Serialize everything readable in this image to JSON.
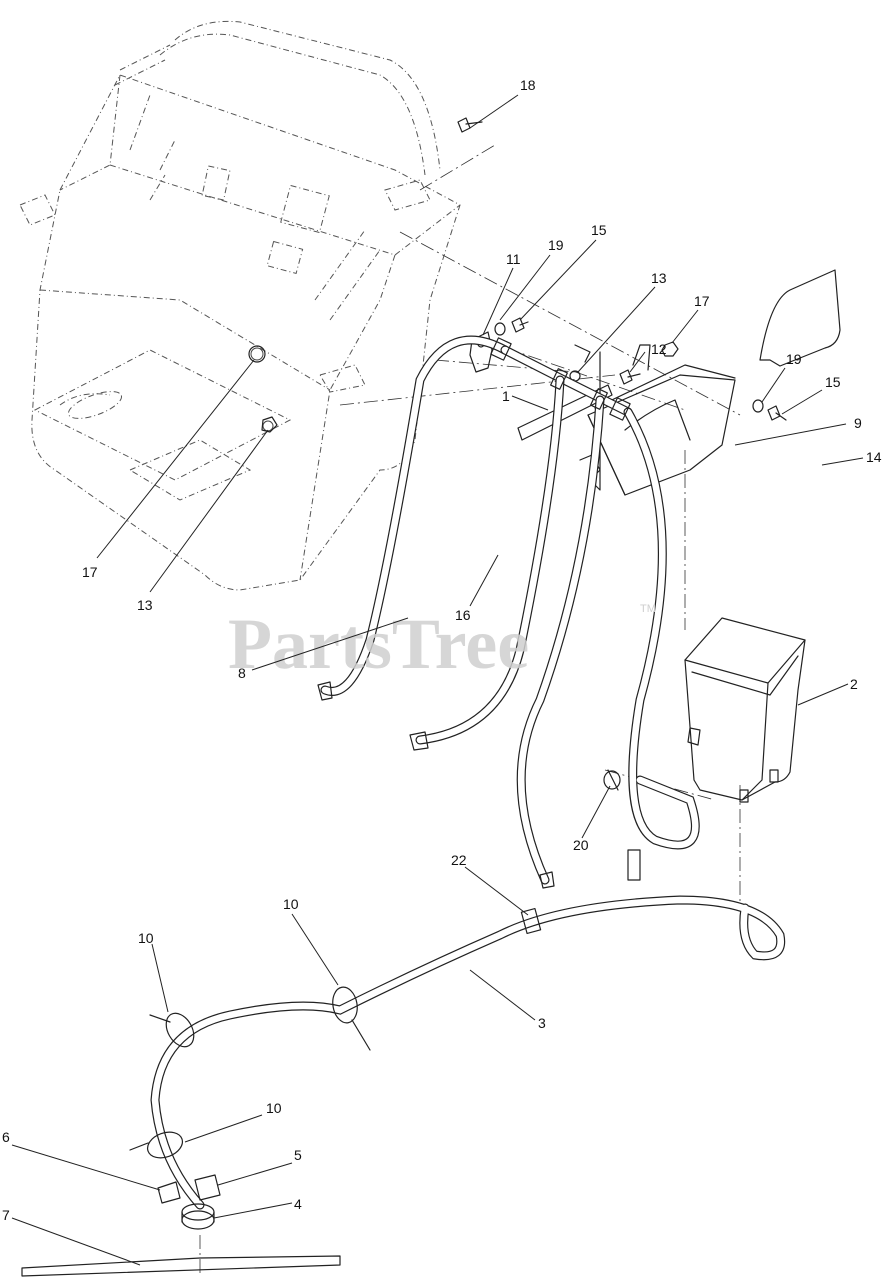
{
  "watermark": {
    "text": "PartsTree",
    "trademark": "TM"
  },
  "callouts": {
    "c18": "18",
    "c11": "11",
    "c19a": "19",
    "c15a": "15",
    "c13a": "13",
    "c17a": "17",
    "c19b": "19",
    "c15b": "15",
    "c1": "1",
    "c9": "9",
    "c14": "14",
    "c12": "12",
    "c16": "16",
    "c17b": "17",
    "c13b": "13",
    "c8": "8",
    "c2": "2",
    "c20": "20",
    "c22": "22",
    "c10a": "10",
    "c10b": "10",
    "c3": "3",
    "c10c": "10",
    "c6": "6",
    "c5": "5",
    "c4": "4",
    "c7": "7"
  }
}
